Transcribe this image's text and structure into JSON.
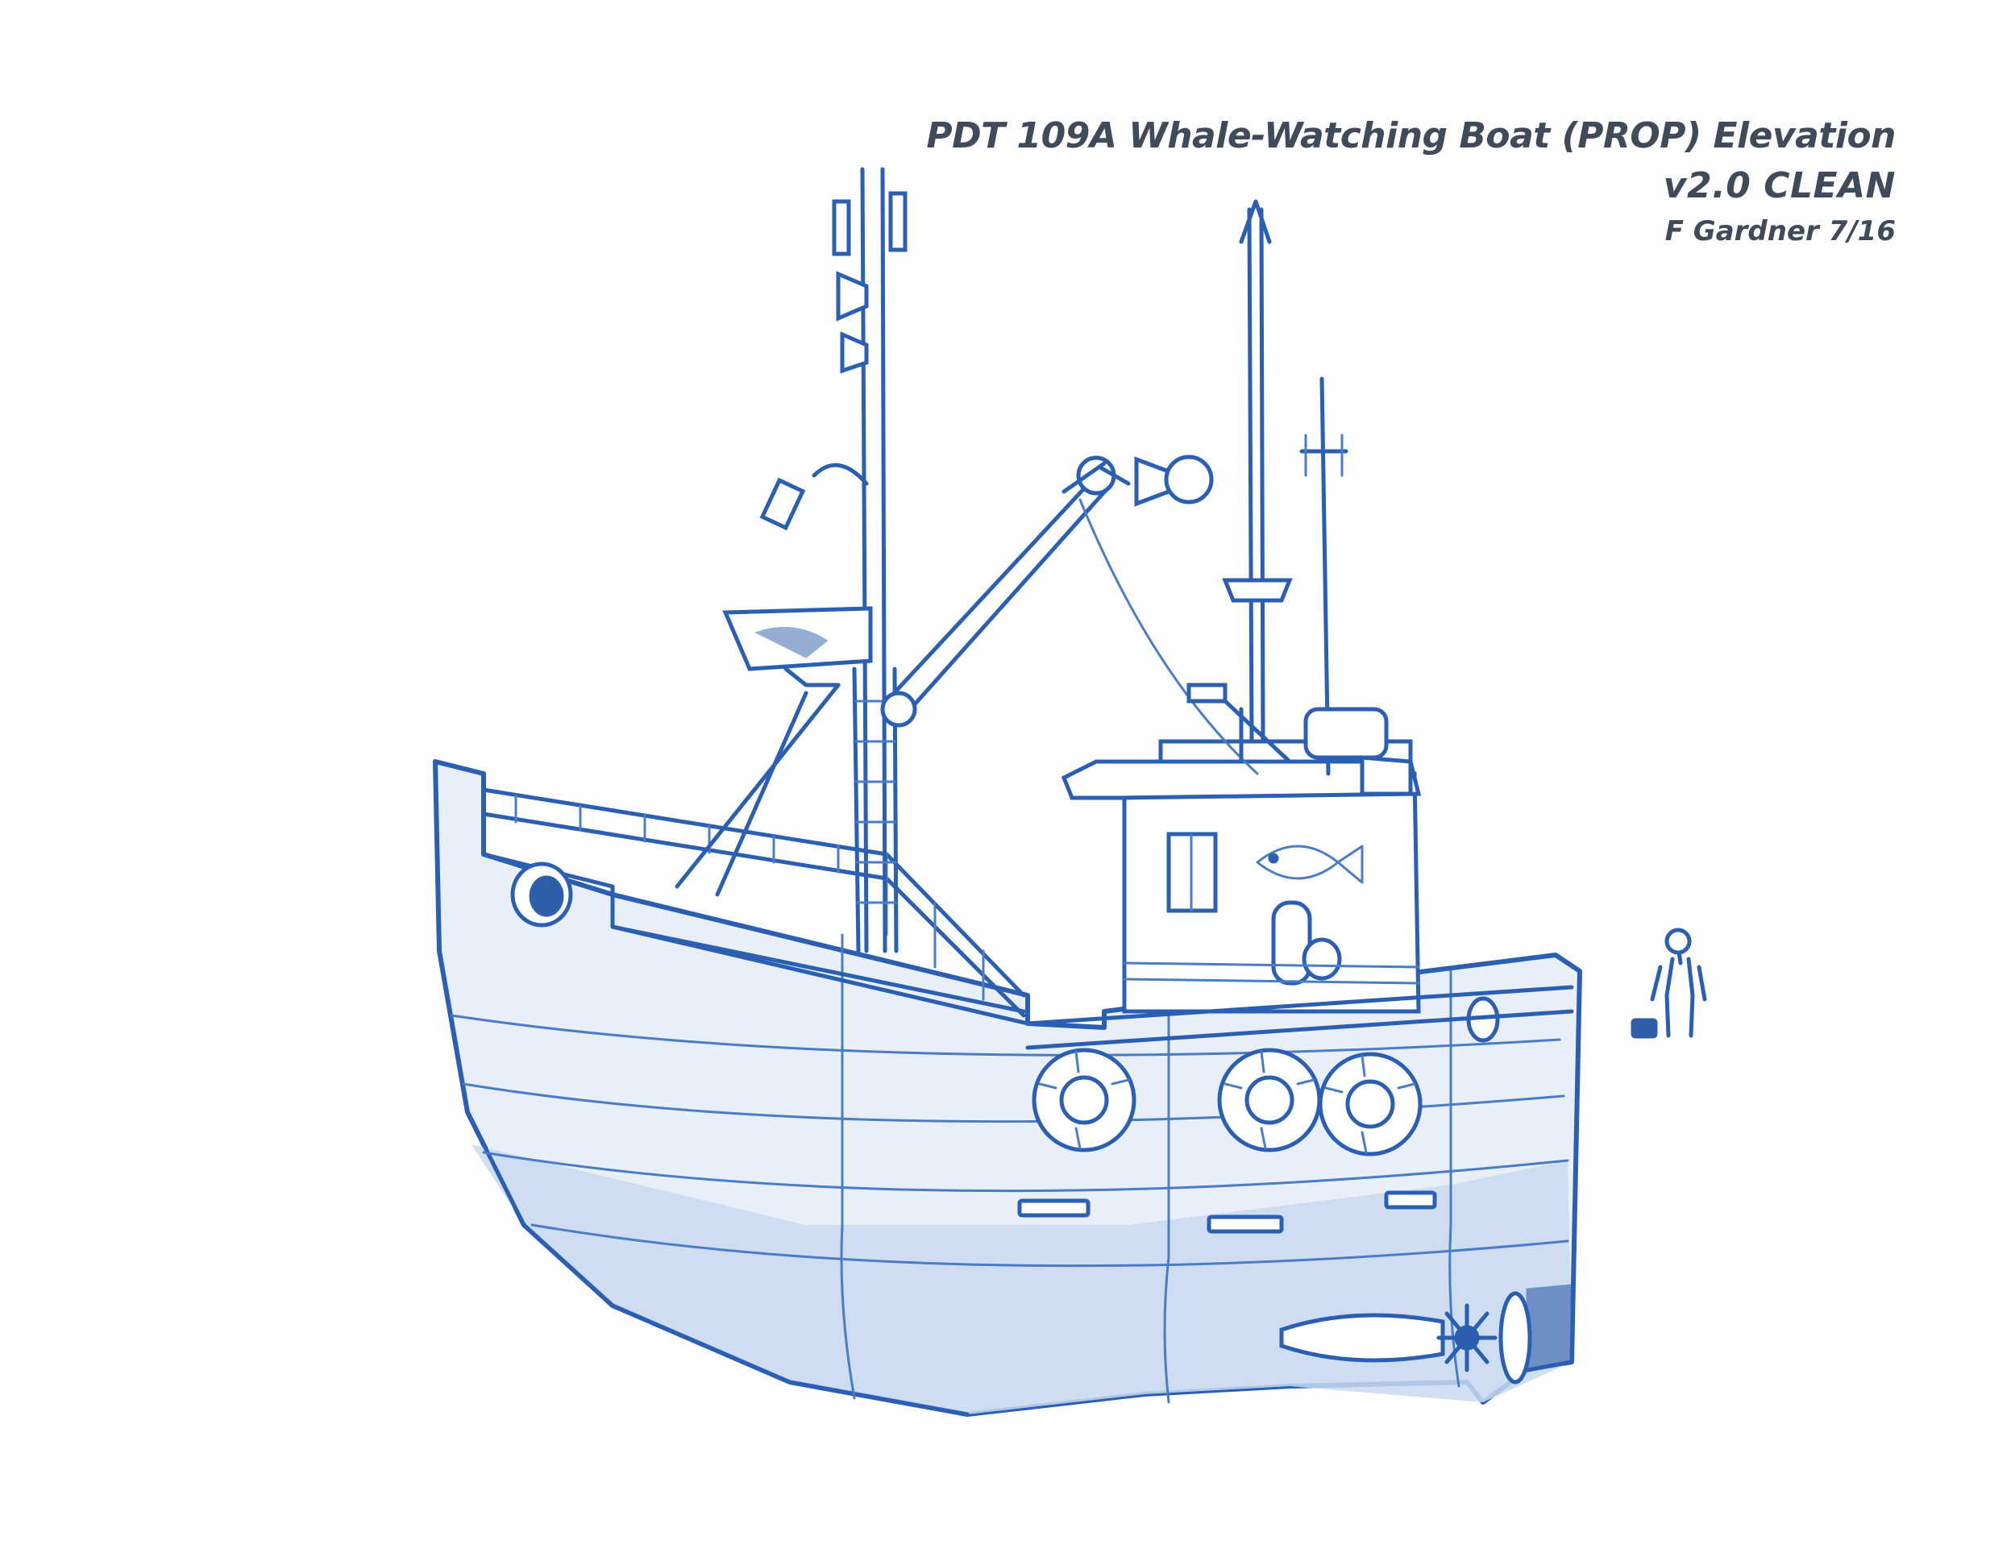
{
  "sheet": {
    "title": "PDT 109A Whale-Watching Boat (PROP) Elevation",
    "version": "v2.0 CLEAN",
    "artist_date": "F Gardner 7/16"
  },
  "drawing": {
    "subject": "whale-watching boat",
    "colors": {
      "line": "#2a5fb4",
      "shade": "#c9d9f0",
      "paper": "#fefefe",
      "title_text": "#3f4a5a"
    }
  }
}
